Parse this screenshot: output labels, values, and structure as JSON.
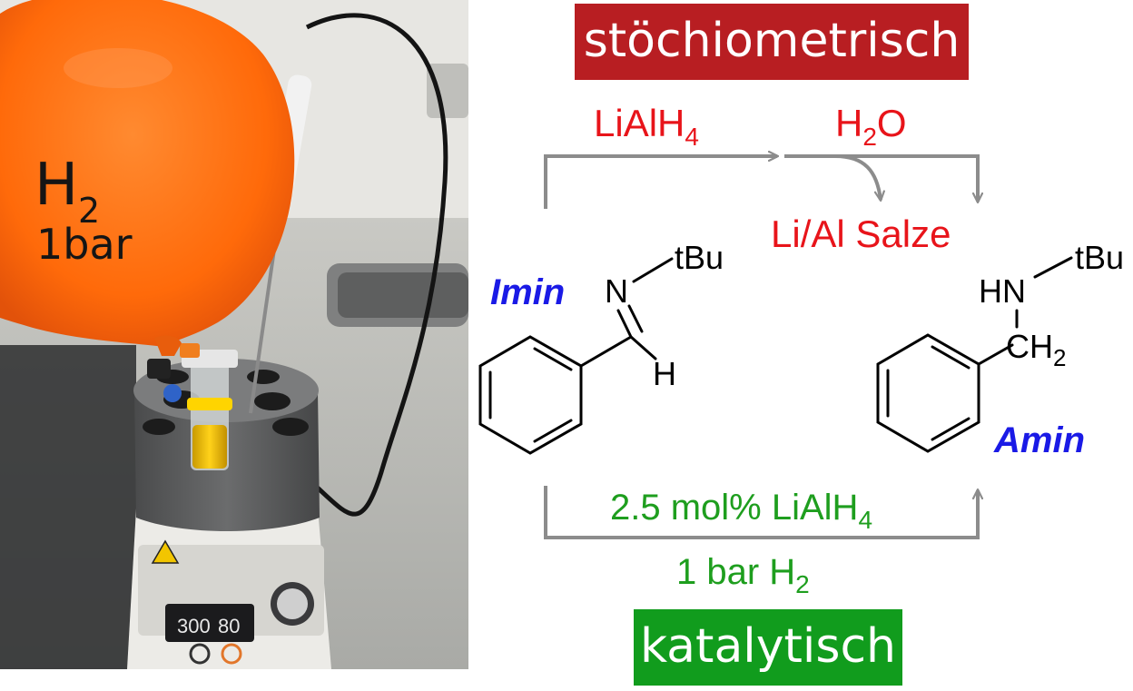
{
  "colors": {
    "red_text": "#e8141a",
    "green_text": "#1e9e1e",
    "blue_text": "#1a1ae6",
    "arrow_gray": "#8c8c8c",
    "banner_red": "#b81e22",
    "banner_green": "#119c1d",
    "balloon_orange": "#ff6a0a",
    "bond_black": "#000000"
  },
  "photo": {
    "balloon_label_line1": "H",
    "balloon_label_sub": "2",
    "balloon_label_line2": "1bar",
    "display_left": "300",
    "display_right": "80",
    "icons": [
      "balloon-icon",
      "needle-icon",
      "heating-block-icon",
      "vial-icon",
      "stirrer-plate-icon",
      "knob-icon",
      "warning-icon"
    ]
  },
  "scheme": {
    "stoich_banner": "stöchiometrisch",
    "katal_banner": "katalytisch",
    "top_reagent_main": "LiAlH",
    "top_reagent_sub": "4",
    "top_water_main": "H",
    "top_water_sub": "2",
    "top_water_tail": "O",
    "byproduct": "Li/Al Salze",
    "bottom_catalyst_main": "2.5 mol% LiAlH",
    "bottom_catalyst_sub": "4",
    "bottom_pressure_main": "1 bar H",
    "bottom_pressure_sub": "2",
    "imine_name": "Imin",
    "amine_name": "Amin",
    "imine_N": "N",
    "imine_H": "H",
    "imine_tBu": "tBu",
    "amine_HN": "HN",
    "amine_tBu": "tBu",
    "amine_CH": "CH",
    "amine_CH_sub": "2"
  }
}
